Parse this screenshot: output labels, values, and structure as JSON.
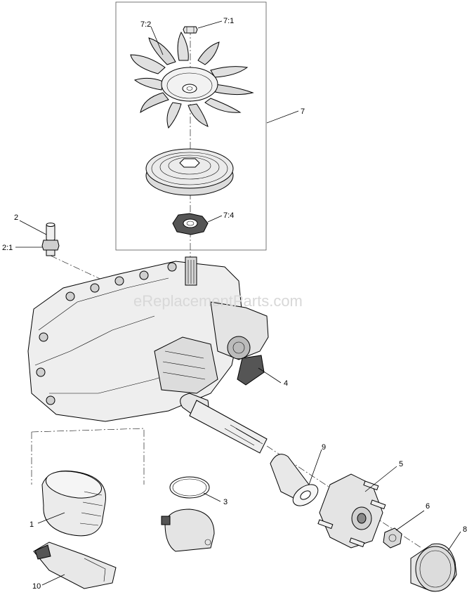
{
  "watermark": "eReplacementParts.com",
  "callouts": {
    "c7_2": "7:2",
    "c7_1": "7:1",
    "c7": "7",
    "c7_4": "7:4",
    "c2": "2",
    "c2_1": "2:1",
    "c4": "4",
    "c9": "9",
    "c5": "5",
    "c3": "3",
    "c6": "6",
    "c8": "8",
    "c1": "1",
    "c10": "10"
  }
}
